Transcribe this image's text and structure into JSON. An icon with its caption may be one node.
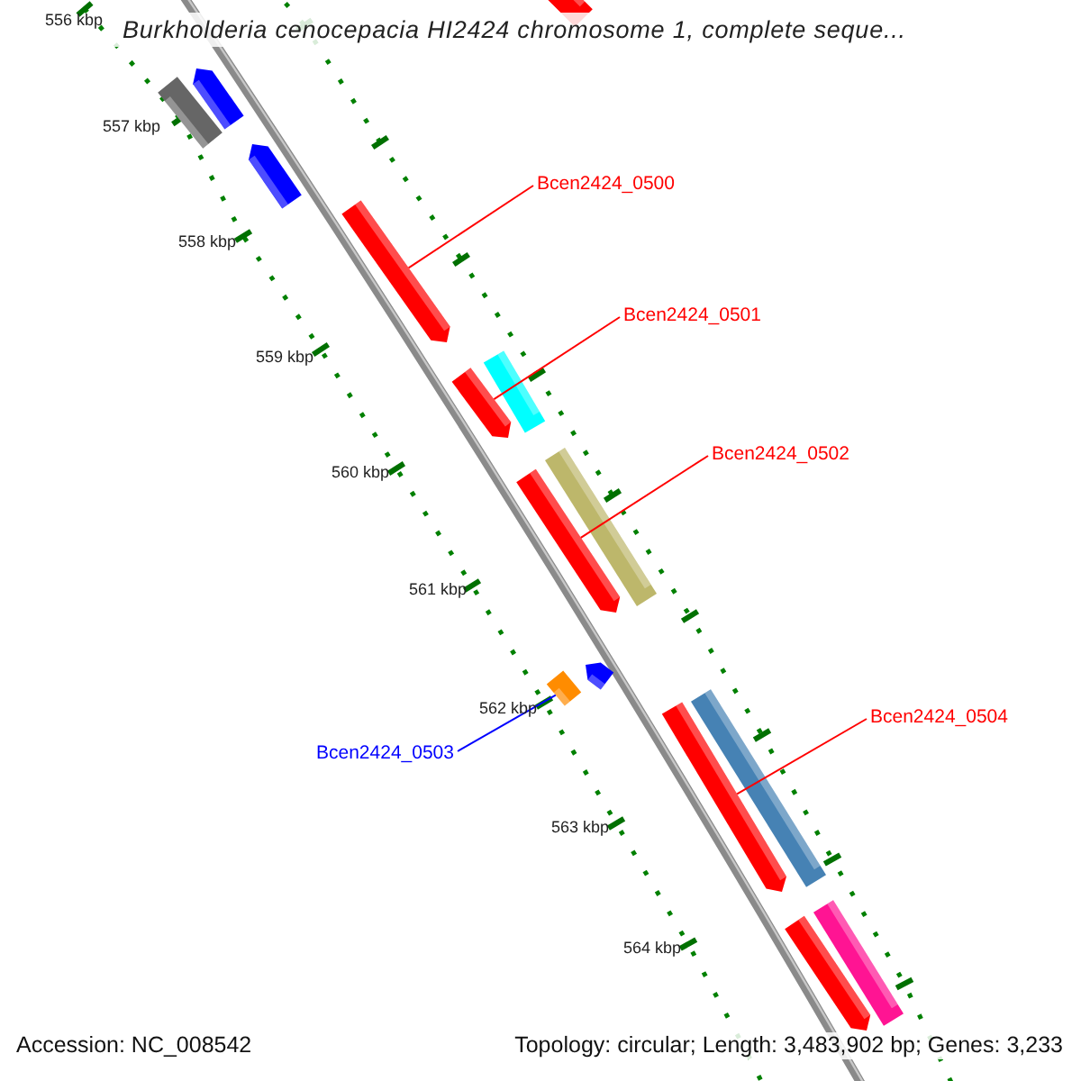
{
  "diagram": {
    "title": "Burkholderia cenocepacia HI2424 chromosome 1, complete seque...",
    "nodes": [
      {
        "text": [
          "Bcen2424_0500"
        ]
      },
      {
        "text": [],
        "shape": "bar"
      },
      {
        "text": [
          "Bcen2424_0501"
        ]
      },
      {
        "text": [],
        "shape": "bar"
      },
      {
        "text": [
          "Bcen2424_0502"
        ]
      },
      {
        "text": [],
        "shape": "bar"
      },
      {
        "text": [
          "Bcen2424_0503"
        ]
      },
      {
        "text": [],
        "shape": "bar"
      },
      {
        "text": [
          "Bcen2424_0504"
        ]
      },
      {
        "text": [],
        "shape": "bar"
      }
    ],
    "edges": [
      {
        "from": 0,
        "to": 1,
        "arrow": "none"
      },
      {
        "from": 2,
        "to": 3,
        "arrow": "none"
      },
      {
        "from": 4,
        "to": 5,
        "arrow": "none"
      },
      {
        "from": 6,
        "to": 7,
        "arrow": "none",
        "color": "#0000ff"
      },
      {
        "from": 8,
        "to": 9,
        "arrow": "none"
      }
    ],
    "labels": [
      "556 kbp",
      "557 kbp",
      "558 kbp",
      "559 kbp",
      "560 kbp",
      "561 kbp",
      "562 kbp",
      "563 kbp",
      "564 kbp",
      "Accession: NC_008542",
      "Topology: circular; Length: 3,483,902 bp; Genes: 3,233"
    ]
  }
}
